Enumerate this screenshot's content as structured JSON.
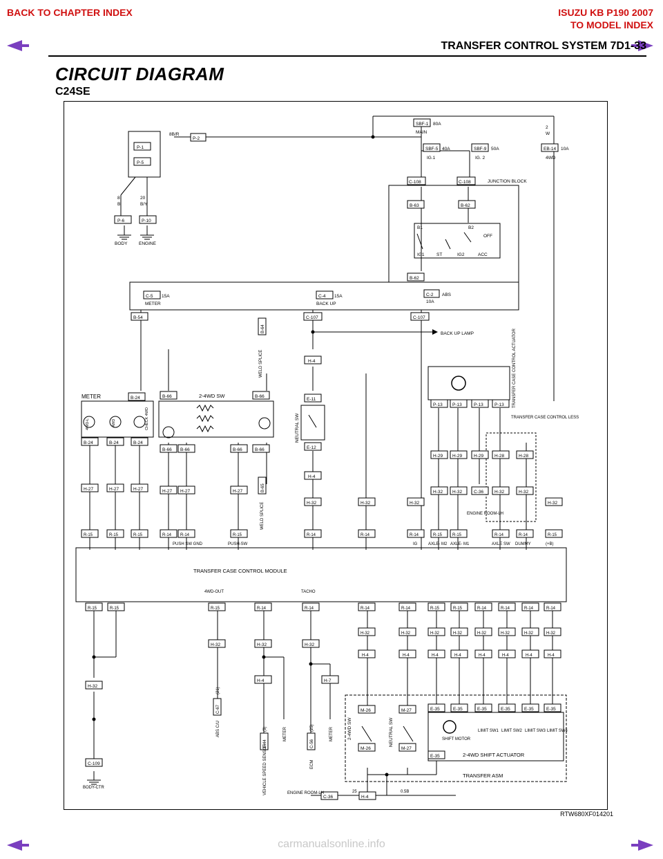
{
  "nav": {
    "back_chapter": "BACK TO CHAPTER INDEX",
    "brand": "ISUZU KB P190 2007",
    "to_model": "TO MODEL INDEX"
  },
  "header": {
    "page_title": "TRANSFER CONTROL SYSTEM  7D1-33"
  },
  "title": "CIRCUIT DIAGRAM",
  "subtitle": "C24SE",
  "reference_code": "RTW680XF014201",
  "watermark": "carmanualsonline.info",
  "colors": {
    "nav_red": "#d01010",
    "arrow_purple": "#7a3fbf",
    "line": "#000000"
  },
  "labels": {
    "sbf1": "SBF-1",
    "sbf1_amp": "80A",
    "main": "MAIN",
    "sbf5": "SBF-5",
    "sbf5_amp": "40A",
    "ig1": "IG.1",
    "sbf9": "SBF-9",
    "sbf9_amp": "50A",
    "ig2": "IG. 2",
    "eb14": "EB-14",
    "eb14_amp": "10A",
    "fourwd": "4WD",
    "p1": "P-1",
    "p5": "P-5",
    "p2": "P-2",
    "p6": "P-6",
    "p10": "P-10",
    "body": "BODY",
    "engine": "ENGINE",
    "wire_8br": "8B/R",
    "wire_8b": "8",
    "wire_b": "B",
    "wire_20": "20",
    "wire_by": "B/Y",
    "wire_2w": "2",
    "wire_w": "W",
    "c108": "C-108",
    "jb": "JUNCTION BLOCK",
    "b63": "B-63",
    "b62": "B-62",
    "b1": "B1",
    "b2": "B2",
    "off": "OFF",
    "ig1s": "IG1",
    "st": "ST",
    "ig2s": "IG2",
    "acc": "ACC",
    "c5": "C-5",
    "c5_amp": "15A",
    "meter_lbl": "METER",
    "c4": "C-4",
    "c4_amp": "15A",
    "backup_lbl": "BACK UP",
    "c2": "C-2",
    "c2_amp": "10A",
    "abs": "ABS",
    "b54": "B-54",
    "c107": "C-107",
    "backup_lamp": "BACK UP LAMP",
    "b64": "B-64",
    "weld1": "WELD SPLICE",
    "weld2": "WELD SPLICE",
    "b65": "B-65",
    "meter_title": "METER",
    "b24": "B-24",
    "b66": "B-66",
    "sw2_4wd": "2-4WD SW",
    "check4wd": "CHECK 4WD",
    "fourwdl": "4WD-L",
    "fourwd_lamp": "4WD",
    "h4": "H-4",
    "e11": "E-11",
    "e12": "E-12",
    "neutral_sw": "NEUTRAL SW",
    "h27": "H-27",
    "h32": "H-32",
    "h29": "H-29",
    "h28": "H-28",
    "c36": "C-36",
    "p13": "P-13",
    "tcca": "TRANSFER CASE CONTROL ACTUATOR",
    "tccl": "TRANSFER CASE CONTROL LESS",
    "engine_room": "ENGINE ROOM-LH",
    "r15": "R-15",
    "r14": "R-14",
    "tccm": "TRANSFER CASE CONTROL MODULE",
    "push_sw_gnd": "PUSH SW GND",
    "push_sw": "PUSH-SW",
    "ig": "IG",
    "axle_m2": "AXLE- M2",
    "axle_m1": "AXLE- M1",
    "axle_sw": "AXLE SW",
    "dummy": "DUMMY",
    "plus_b": "(+B)",
    "fourwd_out": "4WD-OUT",
    "tacho": "TACHO",
    "c109": "C-109",
    "body_ctr": "BODY-CTR",
    "c67": "C-67",
    "abs_cu": "ABS C/U",
    "c67_pin": "(21)",
    "e44": "E-44",
    "vss": "VEHICLE SPEED SENSOR",
    "e44_pin": "(3)",
    "c56": "C-56",
    "ecm": "ECM",
    "c56_pin": "(25)",
    "meter_v": "METER",
    "h7": "H-7",
    "m26": "M-26",
    "m27": "M-27",
    "sw24": "2-4WD SW",
    "nsw": "NEUTRAL SW",
    "e35": "E-35",
    "shift_motor": "SHIFT MOTOR",
    "ls1": "LIMIT SW1",
    "ls2": "LIMIT SW2",
    "ls3": "LIMIT SW3",
    "ls4": "LIMIT SW4",
    "actuator": "2-4WD SHIFT  ACTUATOR",
    "transfer_asm": "TRANSFER ASM",
    "engine_room_lh": "ENGINE ROOM-LH",
    "wire_05b": "0.5B",
    "pin25": "25"
  }
}
